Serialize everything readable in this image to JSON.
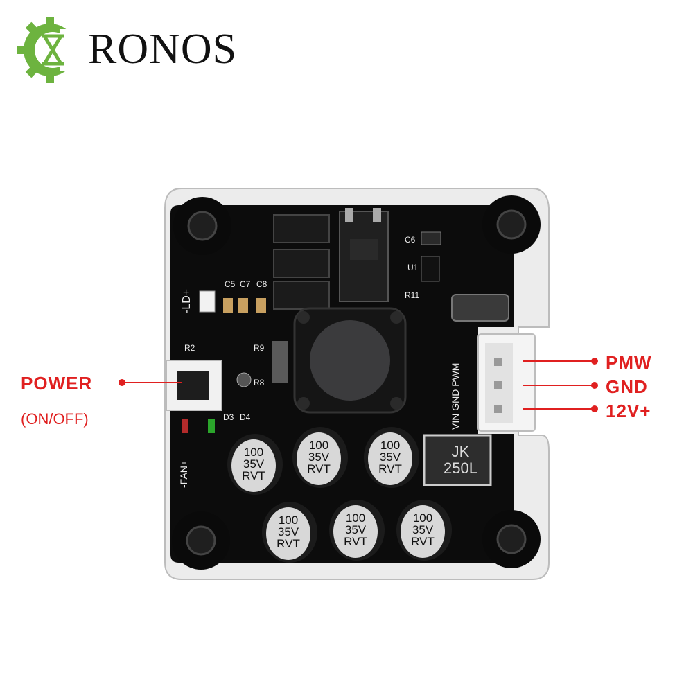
{
  "brand": {
    "name": "RONOS",
    "logo_green": "#6db33f",
    "logo_text_color": "#111111"
  },
  "callouts": {
    "power_label": "POWER",
    "power_sub": "(ON/OFF)",
    "pins": [
      "PMW",
      "GND",
      "12V+"
    ],
    "accent": "#e02020"
  },
  "board": {
    "pcb_color": "#0c0c0c",
    "acrylic_color": "#e9e9e9",
    "silkscreen": {
      "ld": "-LD+",
      "fan": "-FAN+",
      "connector": "VIN GND PWM",
      "refs": [
        "C5",
        "C7",
        "C8",
        "C6",
        "U1",
        "R11",
        "R2",
        "R9",
        "R8",
        "D3",
        "D4"
      ]
    },
    "capacitors": {
      "value": "100",
      "voltage": "35V",
      "series": "RVT",
      "count": 6
    },
    "fuse_label": "JK\n250L"
  }
}
